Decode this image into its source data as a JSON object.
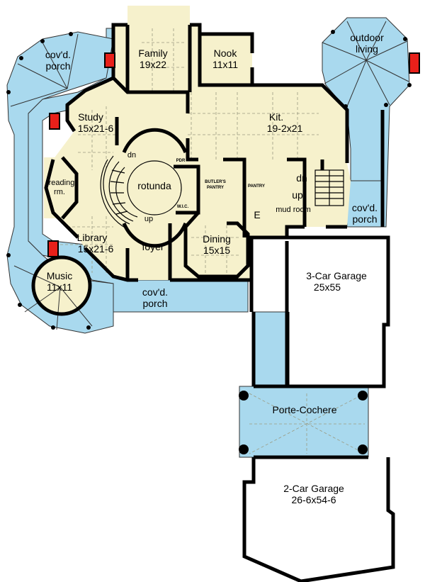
{
  "colors": {
    "interior": "#f6f1cc",
    "porch": "#a9d9ee",
    "garage": "#ffffff",
    "wall": "#000000",
    "fireplace": "#e8201a",
    "grid": "#9a9a80"
  },
  "rooms": {
    "family": {
      "name": "Family",
      "size": "19x22"
    },
    "nook": {
      "name": "Nook",
      "size": "11x11"
    },
    "outdoor": {
      "line1": "outdoor",
      "line2": "living"
    },
    "porch_tl": {
      "line1": "cov'd.",
      "line2": "porch"
    },
    "study": {
      "name": "Study",
      "size": "15x21-6"
    },
    "kitchen": {
      "name": "Kit.",
      "size": "19-2x21"
    },
    "reading": {
      "line1": "reading",
      "line2": "rm."
    },
    "rotunda": {
      "name": "rotunda"
    },
    "dn_stair": "dn",
    "up_stair": "up",
    "pdr": "PDR",
    "wic": "W.I.C.",
    "butlers": {
      "line1": "BUTLER'S",
      "line2": "PANTRY"
    },
    "pantry": "PANTRY",
    "mud_dn": "dn",
    "mud_up": "up",
    "mud_room": "mud room",
    "e": "E",
    "porch_r": {
      "line1": "cov'd.",
      "line2": "porch"
    },
    "library": {
      "name": "Library",
      "size": "15x21-6"
    },
    "foyer": {
      "name": "foyer"
    },
    "dining": {
      "name": "Dining",
      "size": "15x15"
    },
    "music": {
      "name": "Music",
      "size": "11x11"
    },
    "porch_front": {
      "line1": "cov'd.",
      "line2": "porch"
    },
    "garage3": {
      "name": "3-Car Garage",
      "size": "25x55"
    },
    "porte": {
      "name": "Porte-Cochere"
    },
    "garage2": {
      "name": "2-Car Garage",
      "size": "26-6x54-6"
    }
  }
}
